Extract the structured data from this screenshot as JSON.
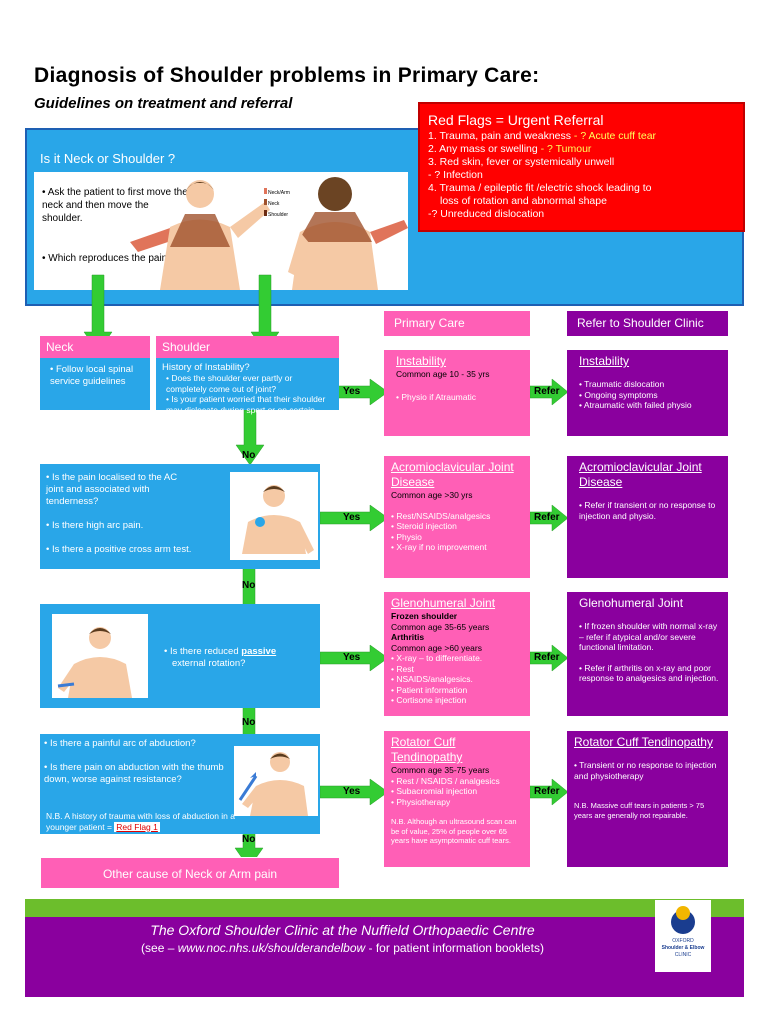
{
  "title": "Diagnosis of Shoulder problems in Primary Care:",
  "subtitle": "Guidelines on treatment and referral",
  "top": {
    "question": "Is it Neck or Shoulder ?",
    "bullet1": "• Ask the patient to first move the neck and then move the shoulder.",
    "bullet2": "• Which reproduces the pain?",
    "legend": [
      "Neck/Arm",
      "Neck",
      "Shoulder"
    ]
  },
  "red_flags": {
    "title": "Red Flags = Urgent Referral",
    "items": [
      {
        "main": "1. Trauma, pain and weakness ",
        "flag": "- ? Acute cuff tear"
      },
      {
        "main": "2. Any mass or swelling ",
        "flag": "- ? Tumour"
      },
      {
        "main": "3. Red skin, fever or systemically unwell",
        "flag": ""
      },
      {
        "main": "- ? Infection",
        "flag": ""
      },
      {
        "main": "4. Trauma / epileptic fit /electric shock leading to",
        "flag": ""
      },
      {
        "main": "    loss of rotation and abnormal shape",
        "flag": ""
      },
      {
        "main": "-? Unreduced dislocation",
        "flag": ""
      }
    ]
  },
  "columns": {
    "primary": "Primary Care",
    "refer": "Refer to Shoulder Clinic"
  },
  "neck": {
    "label": "Neck",
    "text": "• Follow local spinal service guidelines"
  },
  "shoulder": {
    "label": "Shoulder",
    "q_title": "History of Instability?",
    "q1": "• Does the shoulder ever partly or completely come out of joint?",
    "q2": "• Is your patient worried that their shoulder may dislocate during sport or on certain activities?"
  },
  "labels": {
    "yes": "Yes",
    "no": "No",
    "refer": "Refer"
  },
  "instability": {
    "title": "Instability",
    "age": "Common age 10 - 35 yrs",
    "primary": [
      "• Physio if Atraumatic"
    ],
    "refer_title": "Instability",
    "refer": [
      "• Traumatic dislocation",
      "• Ongoing symptoms",
      "• Atraumatic with failed physio"
    ]
  },
  "acj": {
    "q": [
      "• Is the pain localised to the AC joint and associated with tenderness?",
      "• Is there high arc pain.",
      "• Is there a positive cross arm test."
    ],
    "title": "Acromioclavicular Joint Disease",
    "age": "Common age >30 yrs",
    "primary": [
      "• Rest/NSAIDS/analgesics",
      "• Steroid injection",
      "• Physio",
      "• X-ray if no improvement"
    ],
    "refer_title": "Acromioclavicular Joint Disease",
    "refer": [
      "• Refer if transient or no response to injection and physio."
    ]
  },
  "gh": {
    "q_pre": "• Is there reduced ",
    "q_bold": "passive",
    "q_post": "external rotation?",
    "title": "Glenohumeral Joint",
    "sub1": "Frozen shoulder",
    "age1": "Common age 35-65 years",
    "sub2": "Arthritis",
    "age2": "Common age >60 years",
    "primary": [
      "• X-ray – to differentiate.",
      "• Rest",
      "• NSAIDS/analgesics.",
      "• Patient information",
      "• Cortisone injection"
    ],
    "refer_title": "Glenohumeral Joint",
    "refer1": "• If frozen shoulder with normal x-ray – refer if atypical and/or severe functional limitation.",
    "refer2": "• Refer if arthritis on x-ray and poor response to analgesics and injection."
  },
  "rc": {
    "q1": "• Is there a painful arc of abduction?",
    "q2": "• Is there pain on abduction with the thumb down, worse against resistance?",
    "nb": "N.B. A history of trauma with loss of abduction in a younger patient = ",
    "nb_flag": "Red Flag 1",
    "title": "Rotator Cuff Tendinopathy",
    "age": "Common age 35-75 years",
    "primary": [
      "• Rest / NSAIDS / analgesics",
      "• Subacromial injection",
      "• Physiotherapy"
    ],
    "primary_nb": "N.B. Although an ultrasound scan can be of value, 25% of people over 65 years have asymptomatic cuff tears.",
    "refer_title": "Rotator Cuff Tendinopathy",
    "refer": [
      "• Transient or no response  to injection and physiotherapy"
    ],
    "refer_nb": "N.B. Massive cuff tears in patients > 75 years are generally not repairable."
  },
  "other": "Other cause of Neck or Arm pain",
  "footer": {
    "line1": "The Oxford Shoulder Clinic at the Nuffield Orthopaedic Centre",
    "line2_pre": "(see – ",
    "line2_url": "www.noc.nhs.uk/shoulderandelbow",
    "line2_post": " - for patient information booklets)",
    "logo_line1": "OXFORD",
    "logo_line2": "Shoulder & Elbow",
    "logo_line3": "CLINIC"
  },
  "colors": {
    "blue": "#29a6e8",
    "pink": "#ff5fb6",
    "purple": "#8a009e",
    "red": "#ff0000",
    "green": "#33cc33",
    "footer_green": "#6cbe2c"
  }
}
